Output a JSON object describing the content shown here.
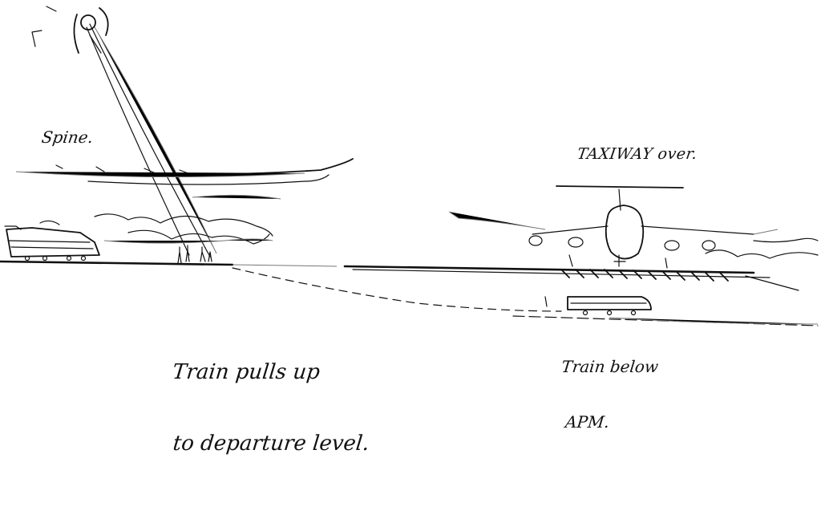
{
  "labels": {
    "spine": "Spine.",
    "taxiway": "TAXIWAY over.",
    "train_up_line1": "Train pulls up",
    "train_up_line2": "to departure level.",
    "train_apm_line1": "Train below",
    "train_apm_line2": "APM."
  },
  "colors": {
    "ink": "#111111",
    "paper": "#ffffff"
  }
}
